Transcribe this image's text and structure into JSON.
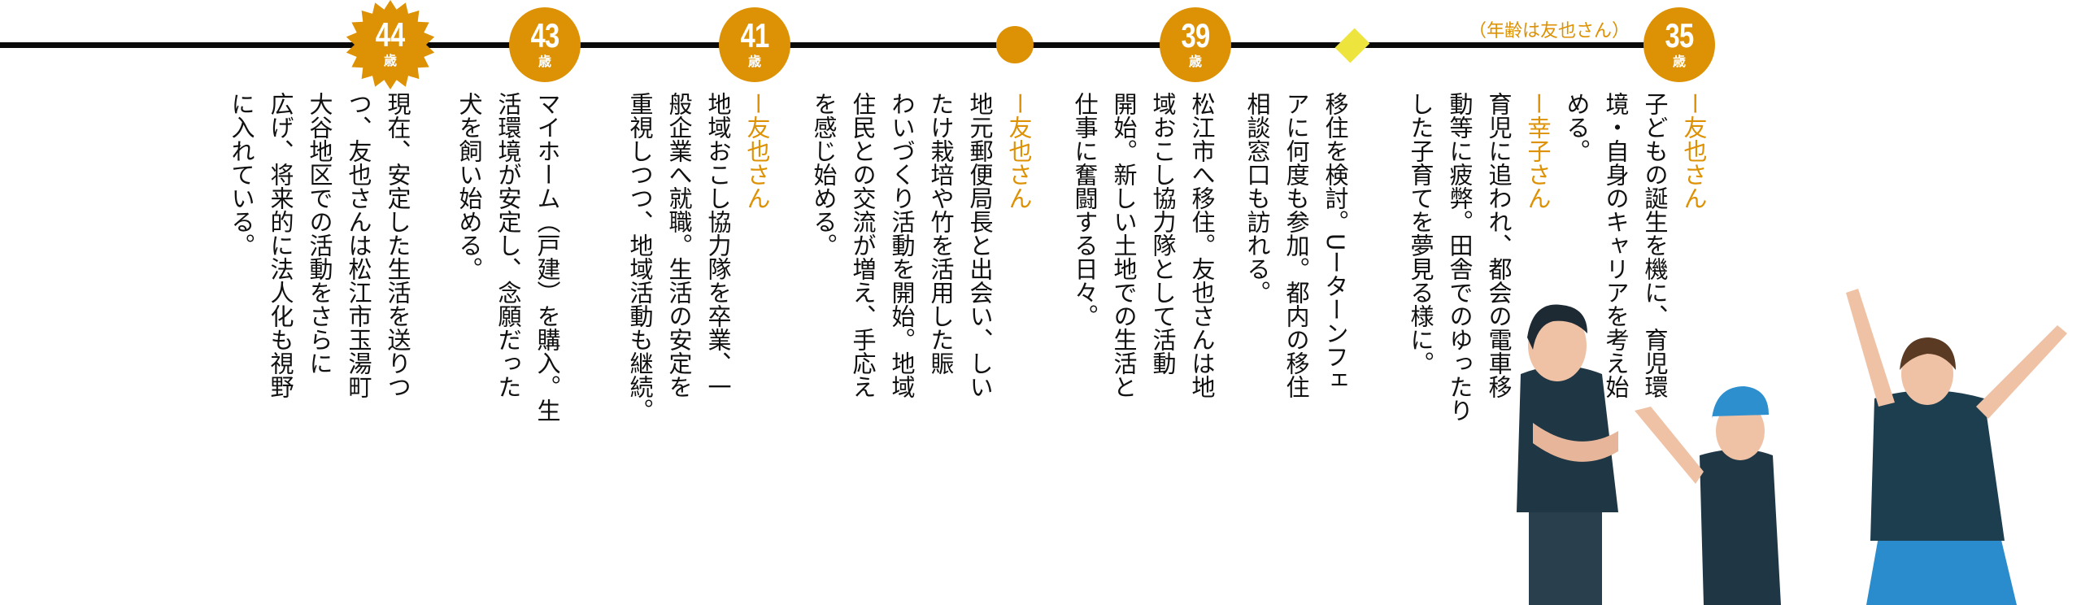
{
  "age_note": "（年齢は友也さん）",
  "milestones": [
    {
      "age": "35",
      "unit": "歳"
    },
    {
      "age": "39",
      "unit": "歳"
    },
    {
      "age": "41",
      "unit": "歳"
    },
    {
      "age": "43",
      "unit": "歳"
    },
    {
      "age": "44",
      "unit": "歳"
    }
  ],
  "colors": {
    "accent": "#dd9104",
    "diamond": "#ede43e",
    "line": "#0a0a0a"
  },
  "blocks": {
    "age35": [
      {
        "text": "ー友也さん",
        "name": true
      },
      {
        "text": "子どもの誕生を機に、育児環"
      },
      {
        "text": "境・自身のキャリアを考え始"
      },
      {
        "text": "める。"
      },
      {
        "text": "ー幸子さん",
        "name": true
      },
      {
        "text": "育児に追われ、都会の電車移"
      },
      {
        "text": "動等に疲弊。田舎でのゆったり"
      },
      {
        "text": "した子育てを夢見る様に。"
      }
    ],
    "diamond": [
      {
        "text": "移住を検討。Uーターンフェ"
      },
      {
        "text": "アに何度も参加。都内の移住"
      },
      {
        "text": "相談窓口も訪れる。"
      }
    ],
    "age39": [
      {
        "text": "松江市へ移住。友也さんは地"
      },
      {
        "text": "域おこし協力隊として活動"
      },
      {
        "text": "開始。新しい土地での生活と"
      },
      {
        "text": "仕事に奮闘する日々。"
      }
    ],
    "dot": [
      {
        "text": "ー友也さん",
        "name": true
      },
      {
        "text": "地元郵便局長と出会い、しい"
      },
      {
        "text": "たけ栽培や竹を活用した賑"
      },
      {
        "text": "わいづくり活動を開始。地域"
      },
      {
        "text": "住民との交流が増え、手応え"
      },
      {
        "text": "を感じ始める。"
      }
    ],
    "age41": [
      {
        "text": "ー友也さん",
        "name": true
      },
      {
        "text": "地域おこし協力隊を卒業、一"
      },
      {
        "text": "般企業へ就職。生活の安定を"
      },
      {
        "text": "重視しつつ、地域活動も継続。"
      }
    ],
    "age43": [
      {
        "text": "マイホーム（戸建）を購入。生"
      },
      {
        "text": "活環境が安定し、念願だった"
      },
      {
        "text": "犬を飼い始める。"
      }
    ],
    "age44": [
      {
        "text": "現在、安定した生活を送りつ"
      },
      {
        "text": "つ、友也さんは松江市玉湯町"
      },
      {
        "text": "大谷地区での活動をさらに"
      },
      {
        "text": "広げ、将来的に法人化も視野"
      },
      {
        "text": "に入れている。"
      }
    ]
  }
}
